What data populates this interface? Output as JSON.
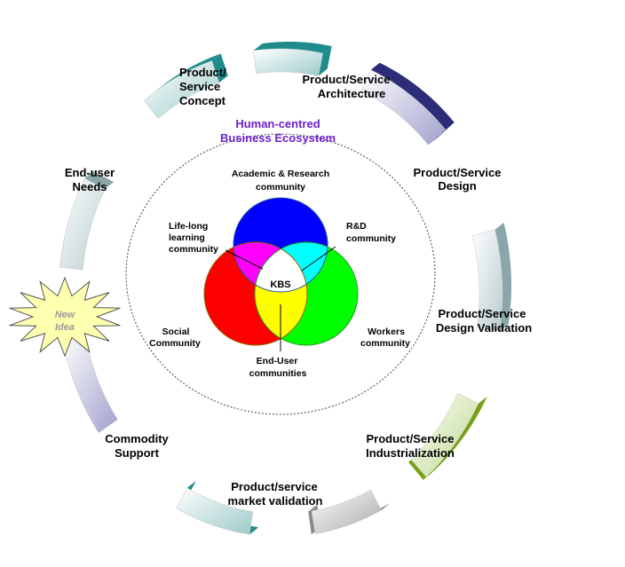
{
  "title": {
    "line1": "Human-centred",
    "line2": "Business Ecosystem",
    "color": "#6a20c8"
  },
  "center_label": "KBS",
  "new_idea": {
    "line1": "New",
    "line2": "Idea"
  },
  "stages": [
    {
      "id": "concept",
      "lines": [
        "Product/",
        "Service",
        "Concept"
      ]
    },
    {
      "id": "architecture",
      "lines": [
        "Product/Service",
        "Architecture"
      ]
    },
    {
      "id": "design",
      "lines": [
        "Product/Service",
        "Design"
      ]
    },
    {
      "id": "design-validation",
      "lines": [
        "Product/Service",
        "Design Validation"
      ]
    },
    {
      "id": "industrialization",
      "lines": [
        "Product/Service",
        "Industrialization"
      ]
    },
    {
      "id": "market-validation",
      "lines": [
        "Product/service",
        "market validation"
      ]
    },
    {
      "id": "commodity-support",
      "lines": [
        "Commodity",
        "Support"
      ]
    },
    {
      "id": "end-user-needs",
      "lines": [
        "End-user",
        "Needs"
      ]
    }
  ],
  "communities": [
    {
      "id": "academic",
      "lines": [
        "Academic & Research",
        "community"
      ]
    },
    {
      "id": "rd",
      "lines": [
        "R&D",
        "community"
      ]
    },
    {
      "id": "lifelong",
      "lines": [
        "Life-long",
        "learning",
        "community"
      ]
    },
    {
      "id": "social",
      "lines": [
        "Social",
        "Community"
      ]
    },
    {
      "id": "workers",
      "lines": [
        "Workers",
        "community"
      ]
    },
    {
      "id": "enduser",
      "lines": [
        "End-User",
        "communities"
      ]
    }
  ],
  "colors": {
    "circle_top": "#0000ff",
    "circle_left": "#ff0000",
    "circle_right": "#00ff00",
    "overlap_top_left": "#ff00ff",
    "overlap_top_right": "#00ffff",
    "overlap_left_right": "#ffff00",
    "overlap_center": "#ffffff",
    "teal": "#1f8c8c",
    "navy": "#2c2c78",
    "steel": "#8aa6aa",
    "olive": "#78a018",
    "gray": "#8a8a8a",
    "star": "#ffffb0"
  }
}
